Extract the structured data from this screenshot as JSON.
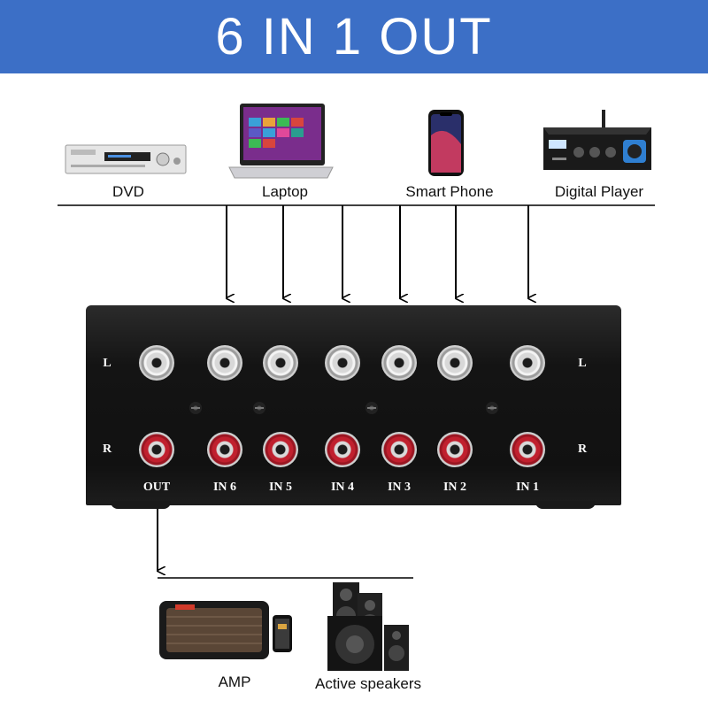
{
  "banner": {
    "title": "6 IN 1 OUT",
    "color": "#3c6fc6"
  },
  "sources": [
    {
      "label": "DVD",
      "icon": "dvd-player-icon"
    },
    {
      "label": "Laptop",
      "icon": "laptop-icon"
    },
    {
      "label": "Smart Phone",
      "icon": "smartphone-icon"
    },
    {
      "label": "Digital Player",
      "icon": "digital-player-icon"
    }
  ],
  "switch_panel": {
    "channel_left": "L",
    "channel_right": "R",
    "ports": [
      "OUT",
      "IN 6",
      "IN 5",
      "IN 4",
      "IN 3",
      "IN 2",
      "IN 1"
    ],
    "jack_colors": {
      "left": "#f0f0f0",
      "right": "#c0202e"
    }
  },
  "outputs": [
    {
      "label": "AMP",
      "icon": "amp-icon"
    },
    {
      "label": "Active speakers",
      "icon": "speakers-icon"
    }
  ]
}
